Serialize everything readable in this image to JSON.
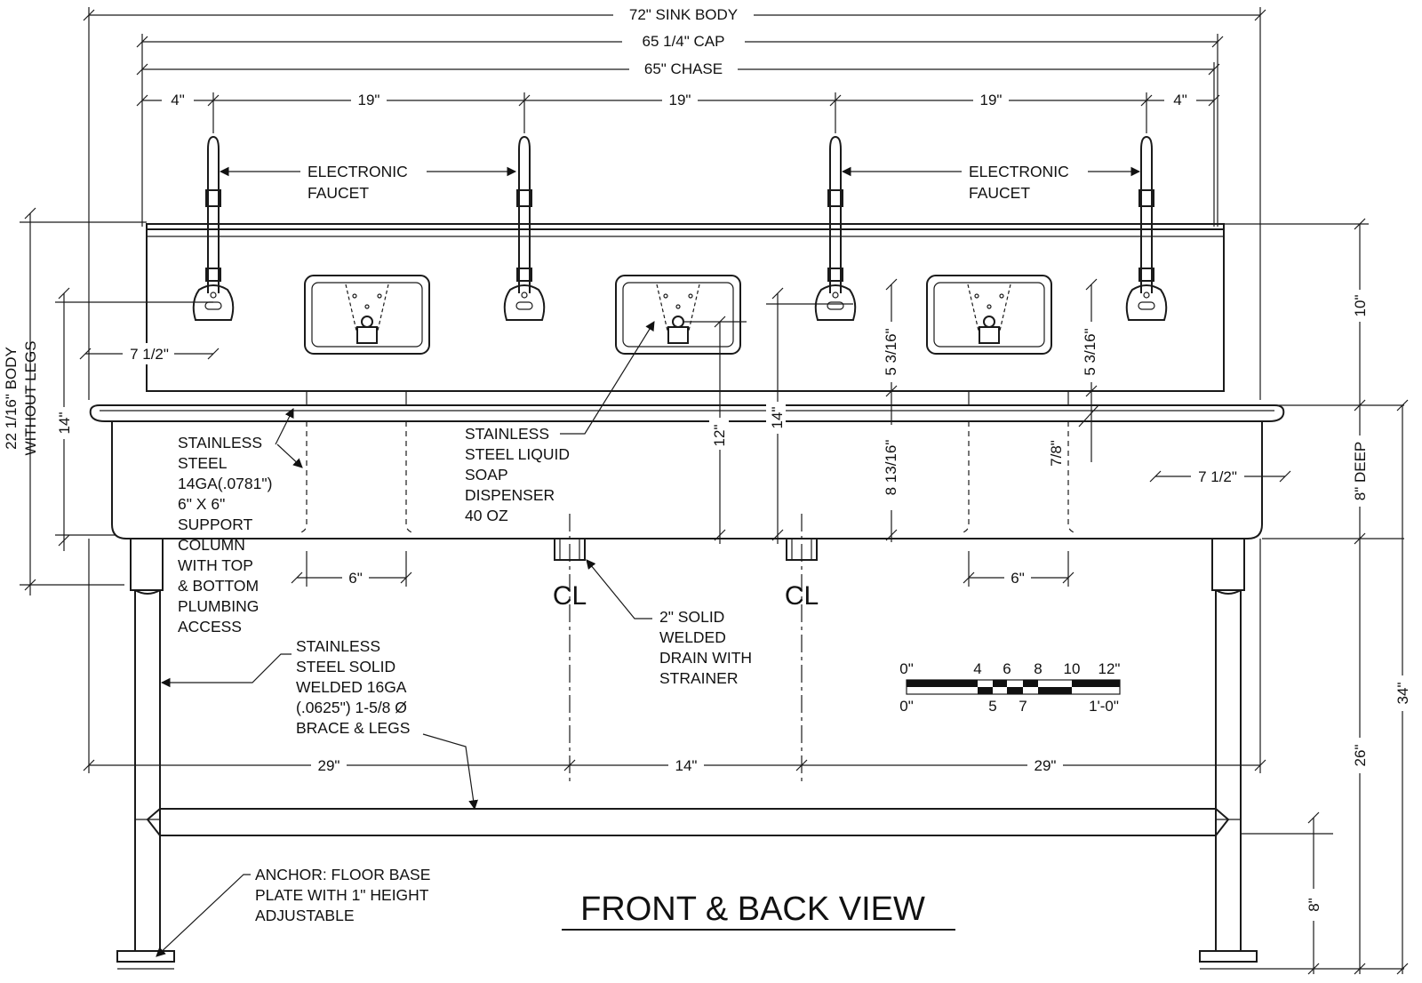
{
  "title": "FRONT & BACK VIEW",
  "dimensions": {
    "sink_body": "72\" SINK BODY",
    "cap": "65 1/4\" CAP",
    "chase": "65\" CHASE",
    "edge_left": "4\"",
    "spacing_1": "19\"",
    "spacing_2": "19\"",
    "spacing_3": "19\"",
    "edge_right": "4\"",
    "height_left": "7 1/2\"",
    "height_right": "7 1/2\"",
    "body_height": "22 1/16\" BODY",
    "body_height_2": "WITHOUT LEGS",
    "left_14": "14\"",
    "mid_12": "12\"",
    "mid_14": "14\"",
    "top_5_3_16_a": "5 3/16\"",
    "top_5_3_16_b": "5 3/16\"",
    "depth_8_13_16": "8 13/16\"",
    "lip_7_8": "7/8\"",
    "backsplash_10": "10\"",
    "deep_8": "8\" DEEP",
    "total_34": "34\"",
    "leg_26": "26\"",
    "floor_8": "8\"",
    "column_left_6": "6\"",
    "column_right_6": "6\"",
    "bottom_29_left": "29\"",
    "bottom_14": "14\"",
    "bottom_29_right": "29\""
  },
  "notes": {
    "faucet_left_1": "ELECTRONIC",
    "faucet_left_2": "FAUCET",
    "faucet_right_1": "ELECTRONIC",
    "faucet_right_2": "FAUCET",
    "column": [
      "STAINLESS",
      "STEEL",
      "14GA(.0781\")",
      "6\" X 6\"",
      "SUPPORT",
      "COLUMN",
      "WITH TOP",
      "& BOTTOM",
      "PLUMBING",
      "ACCESS"
    ],
    "soap": [
      "STAINLESS",
      "STEEL LIQUID",
      "SOAP",
      "DISPENSER",
      "40 OZ"
    ],
    "drain": [
      "2\" SOLID",
      "WELDED",
      "DRAIN WITH",
      "STRAINER"
    ],
    "legs": [
      "STAINLESS",
      "STEEL SOLID",
      "WELDED 16GA",
      "(.0625\") 1-5/8 Ø",
      "BRACE & LEGS"
    ],
    "anchor": [
      "ANCHOR: FLOOR BASE",
      "PLATE WITH 1\" HEIGHT",
      "ADJUSTABLE"
    ],
    "centerline": "CL"
  },
  "scale_bar": {
    "top_labels": [
      "0\"",
      "4",
      "6",
      "8",
      "10",
      "12\""
    ],
    "bottom_labels": [
      "0\"",
      "5",
      "7",
      "1'-0\""
    ]
  }
}
